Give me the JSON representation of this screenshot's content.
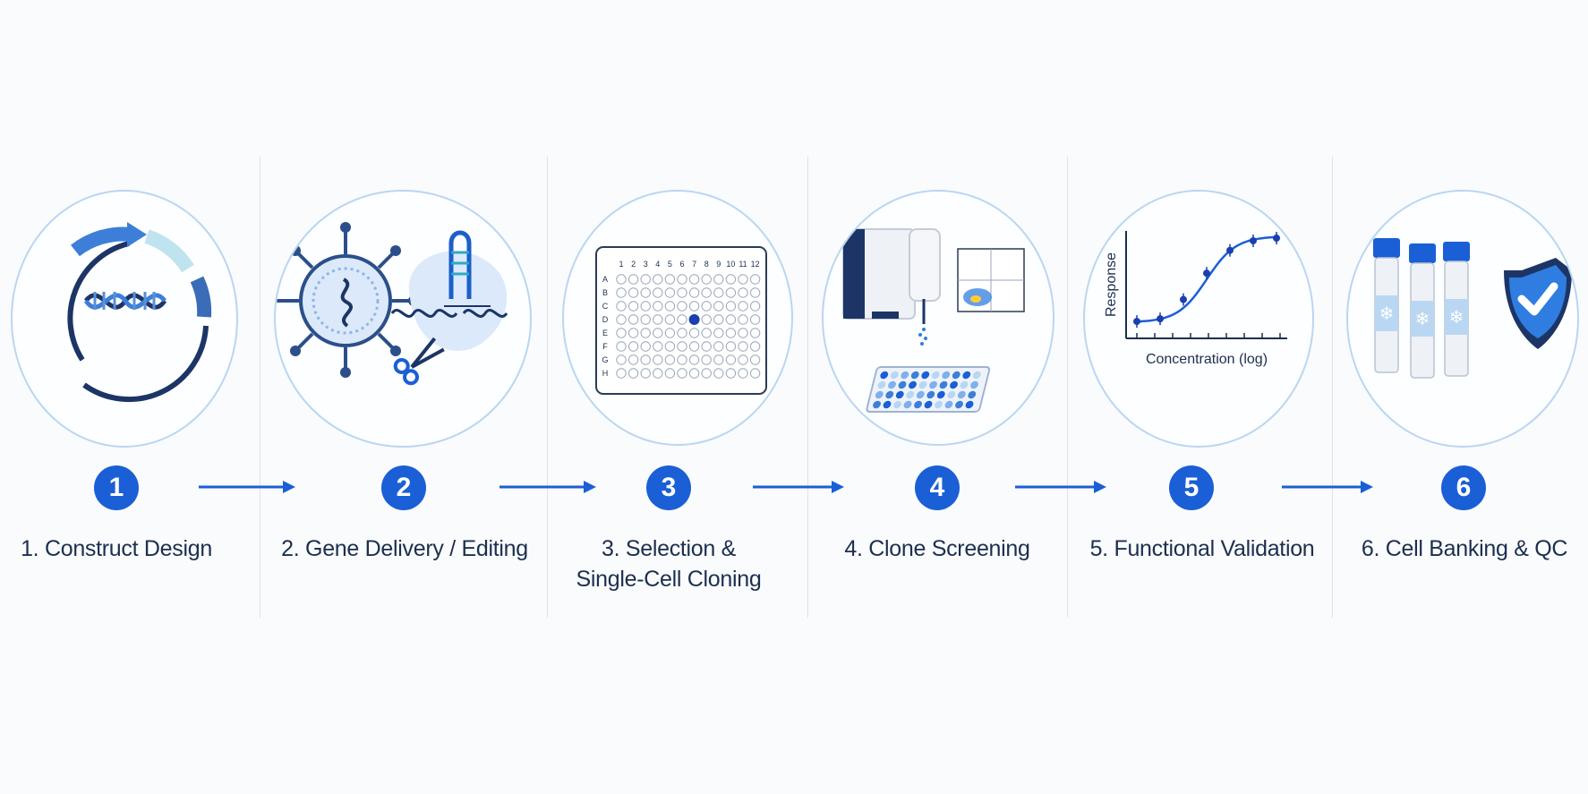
{
  "steps": [
    {
      "number": "1",
      "label": "1. Construct Design",
      "icon": "plasmid-dna-icon"
    },
    {
      "number": "2",
      "label": "2. Gene Delivery / Editing",
      "icon": "virus-crispr-icon"
    },
    {
      "number": "3",
      "label_line1": "3. Selection &",
      "label_line2": "Single-Cell Cloning",
      "icon": "well-plate-icon"
    },
    {
      "number": "4",
      "label": "4. Clone Screening",
      "icon": "flow-cytometer-icon"
    },
    {
      "number": "5",
      "label": "5. Functional Validation",
      "icon": "dose-response-curve-icon"
    },
    {
      "number": "6",
      "label": "6. Cell Banking & QC",
      "icon": "cryovial-shield-icon"
    }
  ],
  "plate": {
    "columns": [
      "1",
      "2",
      "3",
      "4",
      "5",
      "6",
      "7",
      "8",
      "9",
      "10",
      "11",
      "12"
    ],
    "rows": [
      "A",
      "B",
      "C",
      "D",
      "E",
      "F",
      "G",
      "H"
    ],
    "selected_well": "D7"
  },
  "dose_response": {
    "ylabel": "Response",
    "xlabel": "Concentration (log)",
    "points": [
      [
        1,
        0.05
      ],
      [
        2,
        0.08
      ],
      [
        3,
        0.3
      ],
      [
        4,
        0.6
      ],
      [
        5,
        0.86
      ],
      [
        6,
        0.97
      ],
      [
        7,
        1.0
      ]
    ]
  },
  "colors": {
    "accent": "#1a5fd6",
    "navy": "#1c2f4f",
    "light_blue": "#b9d6f2",
    "pale_blue": "#dbe9fb"
  }
}
